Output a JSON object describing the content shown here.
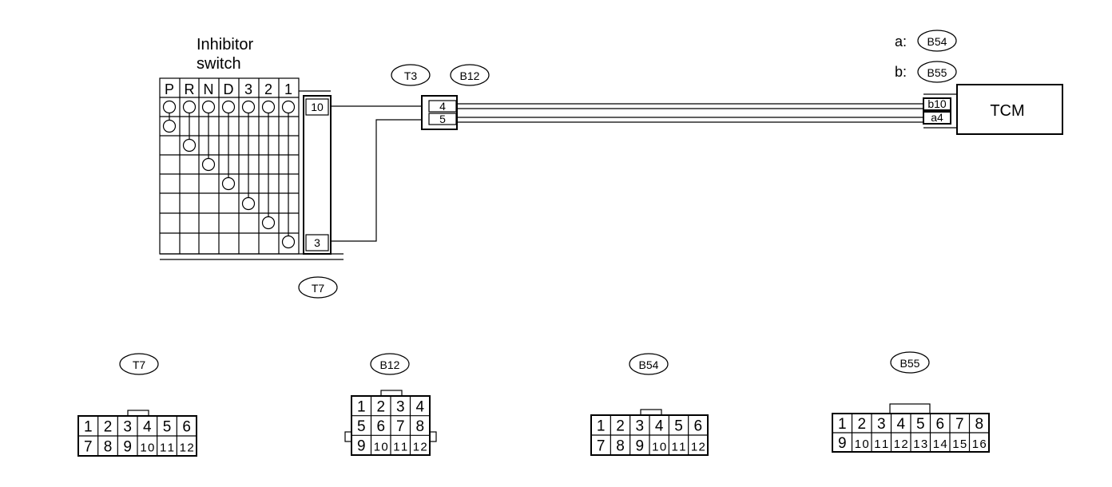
{
  "switch": {
    "title_line1": "Inhibitor",
    "title_line2": "switch",
    "positions": [
      "P",
      "R",
      "N",
      "D",
      "3",
      "2",
      "1"
    ]
  },
  "terminals": {
    "t7_pin_top": "10",
    "t7_pin_bottom": "3",
    "b12_pin_top": "4",
    "b12_pin_bottom": "5",
    "tcm_pin_top": "b10",
    "tcm_pin_bottom": "a4"
  },
  "connector_tags": {
    "t3": "T3",
    "b12": "B12",
    "t7": "T7",
    "b54": "B54",
    "b55": "B55"
  },
  "tcm": {
    "label": "TCM",
    "a_prefix": "a:",
    "b_prefix": "b:"
  },
  "connector_views": [
    {
      "tag": "T7",
      "rows": [
        [
          "1",
          "2",
          "3",
          "4",
          "5",
          "6"
        ],
        [
          "7",
          "8",
          "9",
          "10",
          "11",
          "12"
        ]
      ]
    },
    {
      "tag": "B12",
      "rows": [
        [
          "1",
          "2",
          "3",
          "4"
        ],
        [
          "5",
          "6",
          "7",
          "8"
        ],
        [
          "9",
          "10",
          "11",
          "12"
        ]
      ]
    },
    {
      "tag": "B54",
      "rows": [
        [
          "1",
          "2",
          "3",
          "4",
          "5",
          "6"
        ],
        [
          "7",
          "8",
          "9",
          "10",
          "11",
          "12"
        ]
      ]
    },
    {
      "tag": "B55",
      "rows": [
        [
          "1",
          "2",
          "3",
          "4",
          "5",
          "6",
          "7",
          "8"
        ],
        [
          "9",
          "10",
          "11",
          "12",
          "13",
          "14",
          "15",
          "16"
        ]
      ]
    }
  ]
}
